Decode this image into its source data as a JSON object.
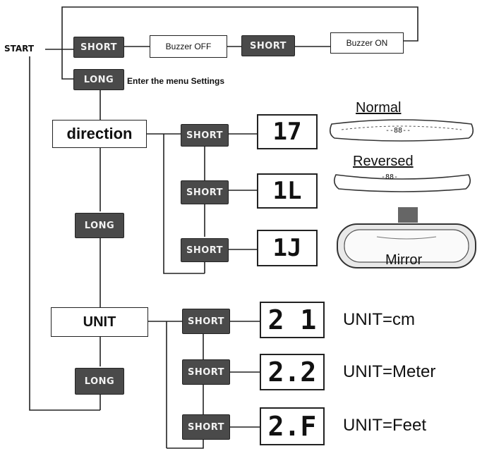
{
  "start_label": "START",
  "short_label": "SHORT",
  "long_label": "LONG",
  "buzzer_off": "Buzzer OFF",
  "buzzer_on": "Buzzer ON",
  "menu_settings": "Enter the menu Settings",
  "direction_label": "direction",
  "unit_label": "UNIT",
  "codes": [
    "17",
    "1L",
    "1J",
    "2 1",
    "2.2",
    "2.F"
  ],
  "mirror_normal": "Normal",
  "mirror_reversed": "Reversed",
  "mirror_mirror": "Mirror",
  "mirror_display_normal": "--88--",
  "mirror_display_reversed": "-88-",
  "unit_cm": "UNIT=cm",
  "unit_meter": "UNIT=Meter",
  "unit_feet": "UNIT=Feet"
}
